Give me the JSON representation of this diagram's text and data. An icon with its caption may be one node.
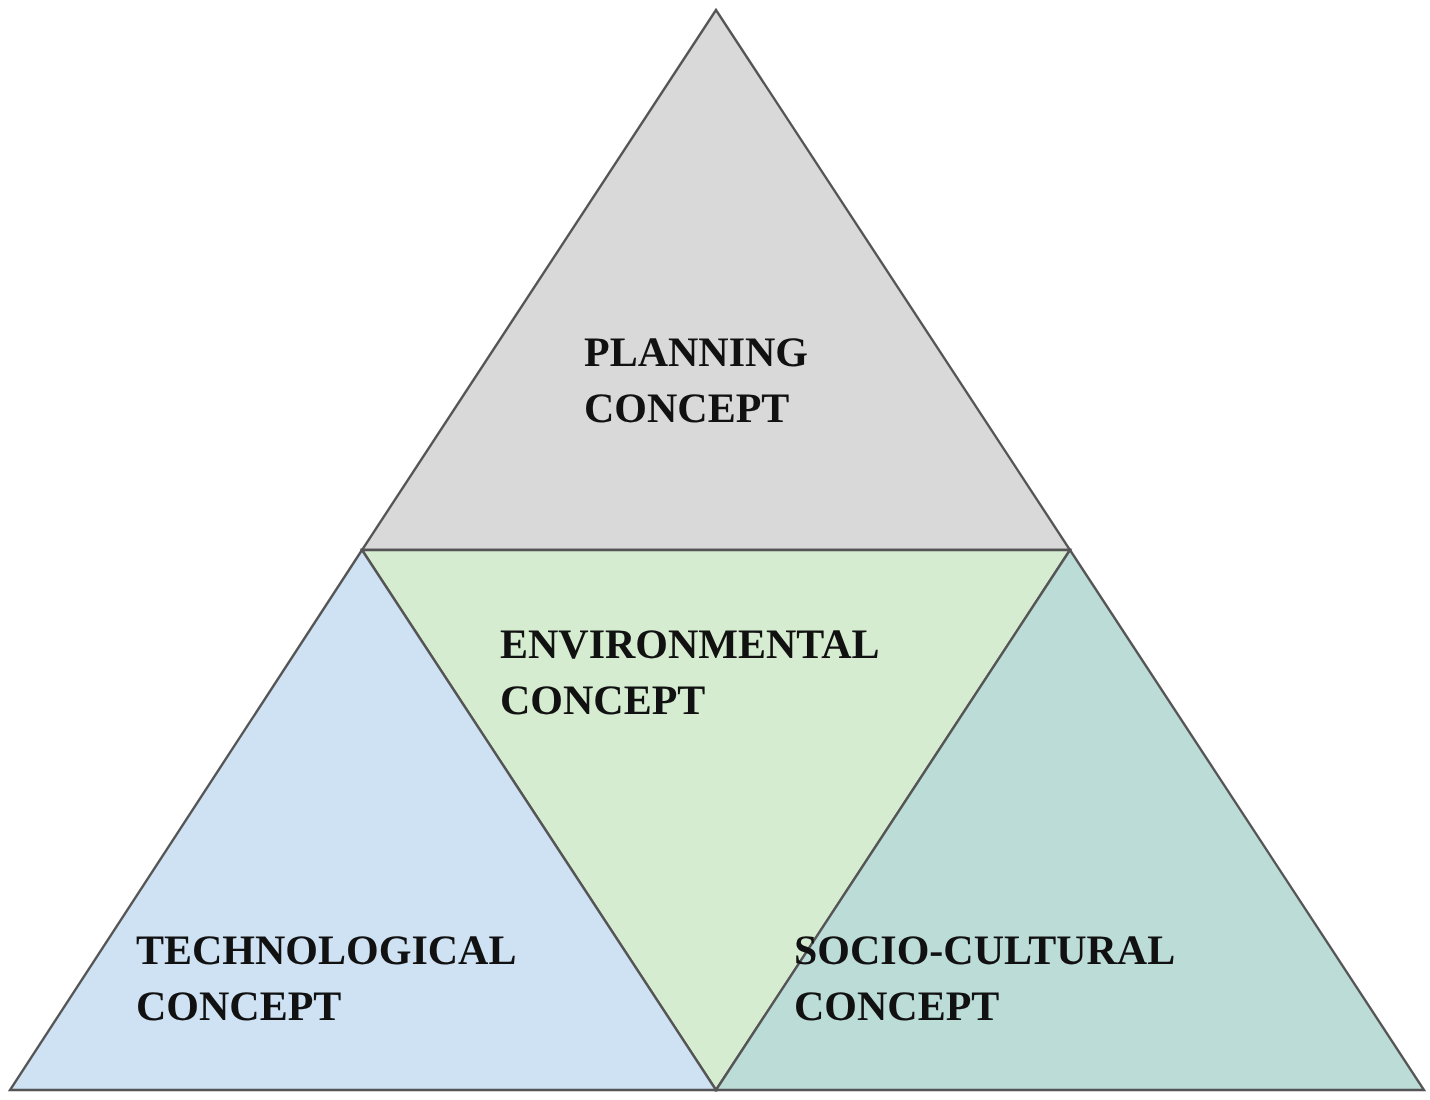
{
  "diagram": {
    "nodes": [
      {
        "text": [
          "PLANNING CONCEPT"
        ]
      },
      {
        "text": [
          "ENVIRONMENTAL CONCEPT"
        ]
      },
      {
        "text": [
          "TECHNOLOGICAL CONCEPT"
        ]
      },
      {
        "text": [
          "SOCIO-CULTURAL CONCEPT"
        ]
      }
    ]
  }
}
